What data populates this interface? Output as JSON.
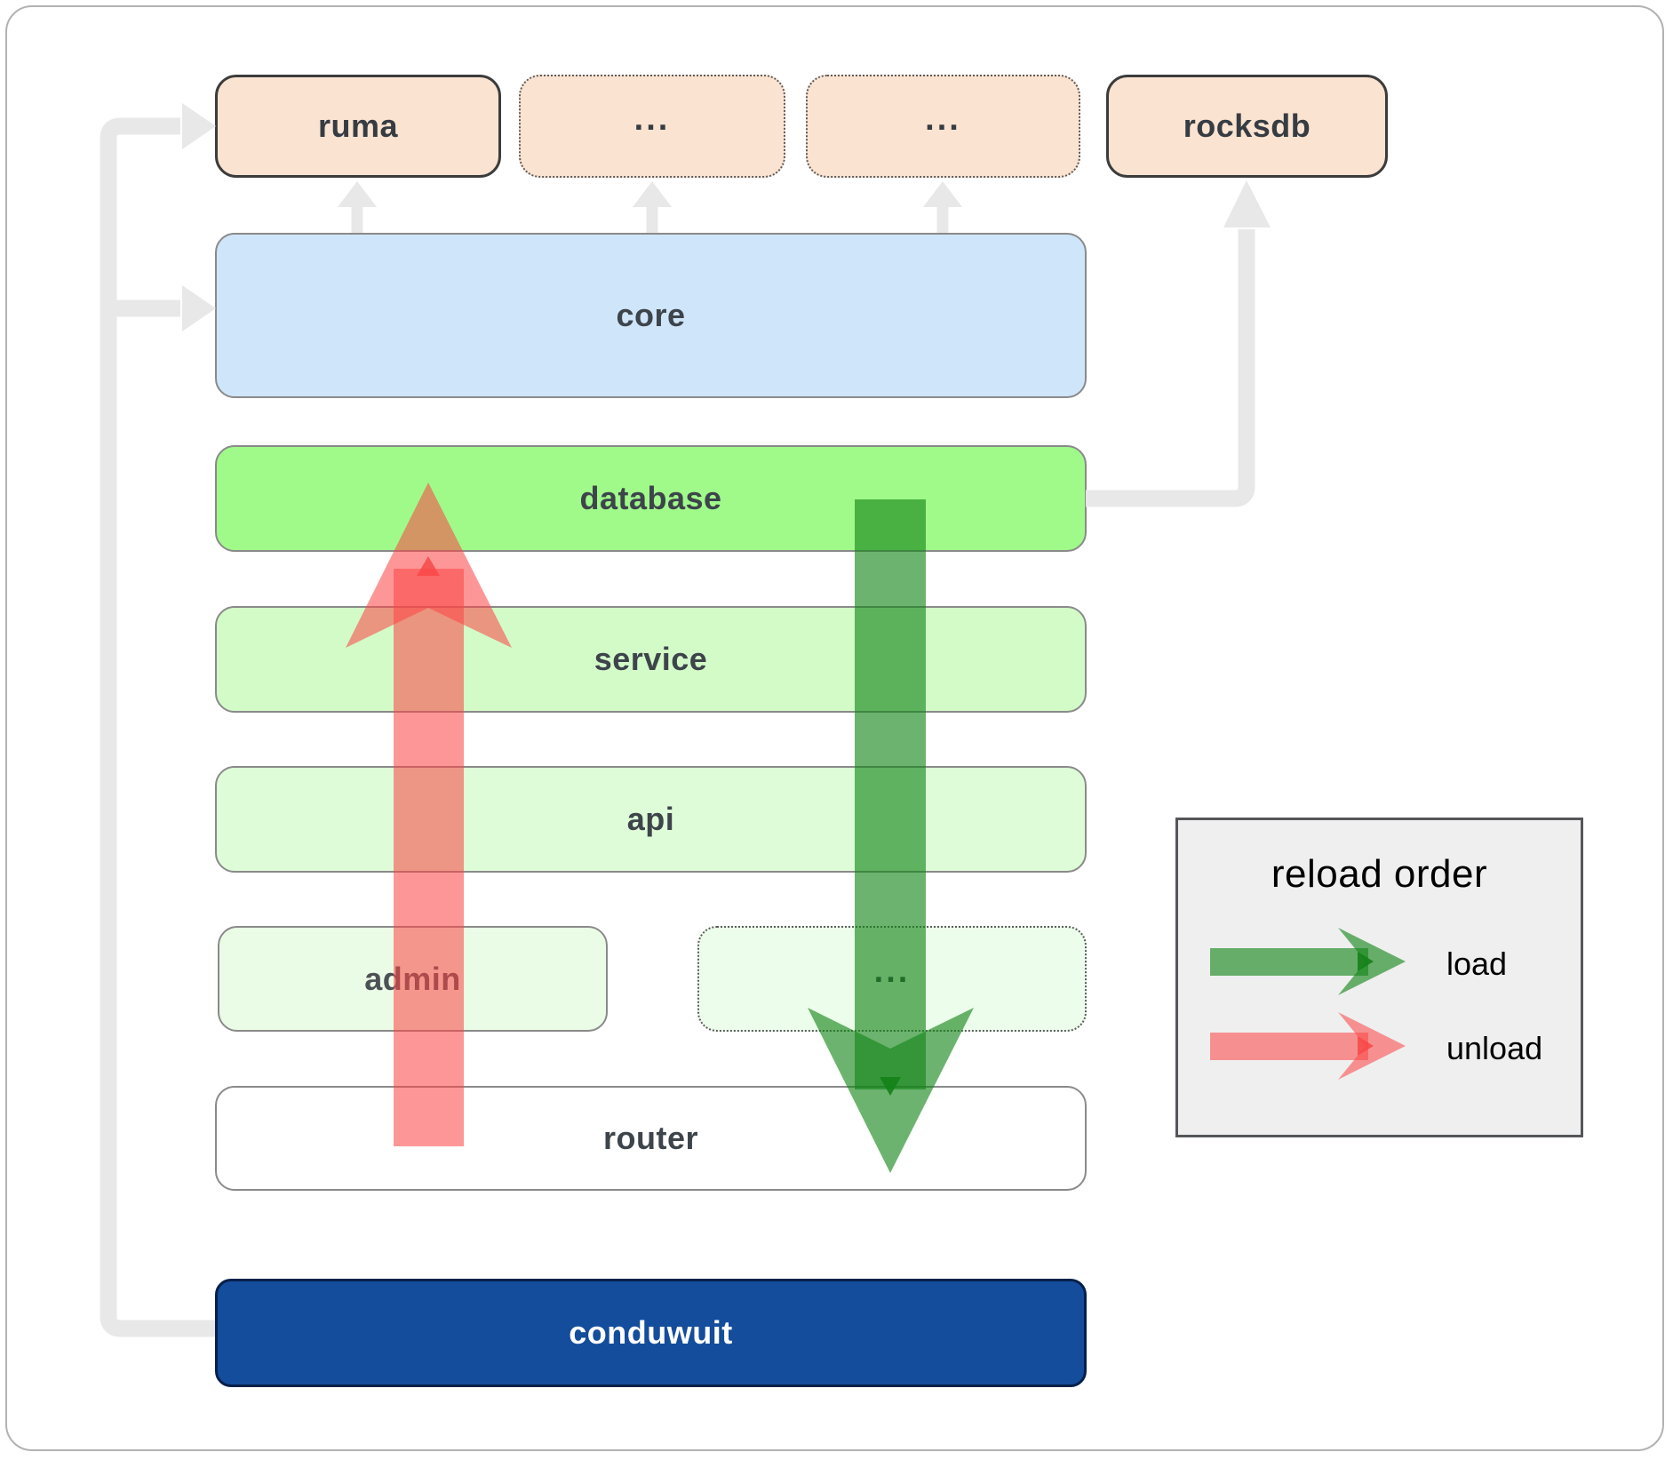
{
  "diagram": {
    "top_row": [
      {
        "id": "ruma",
        "label": "ruma",
        "border": "solid"
      },
      {
        "id": "ellipsis-1",
        "label": "...",
        "border": "dotted"
      },
      {
        "id": "ellipsis-2",
        "label": "...",
        "border": "dotted"
      },
      {
        "id": "rocksdb",
        "label": "rocksdb",
        "border": "solid"
      }
    ],
    "layers": [
      {
        "id": "core",
        "label": "core"
      },
      {
        "id": "database",
        "label": "database"
      },
      {
        "id": "service",
        "label": "service"
      },
      {
        "id": "api",
        "label": "api"
      }
    ],
    "split_row": [
      {
        "id": "admin",
        "label": "admin",
        "border": "solid"
      },
      {
        "id": "ellipsis-3",
        "label": "...",
        "border": "dotted"
      }
    ],
    "router": {
      "label": "router"
    },
    "conduwuit": {
      "label": "conduwuit"
    }
  },
  "legend": {
    "title": "reload order",
    "items": [
      {
        "label": "load",
        "color": "#128417"
      },
      {
        "label": "unload",
        "color": "#fb4545"
      }
    ]
  },
  "colors": {
    "peach_box": "#fbe3d1",
    "core_blue": "#cfe5fa",
    "database_green": "#a0fa8a",
    "service_green": "#d3fbc8",
    "api_green": "#defcd8",
    "admin_green": "#eafce6",
    "ellipsis_green": "#ecfdeb",
    "router_white": "#ffffff",
    "conduwuit_blue": "#134d9c",
    "connector_gray": "#e8e8e8",
    "load_arrow_green": "#128417",
    "unload_arrow_red": "#fb4545",
    "legend_bg": "#efefef"
  }
}
